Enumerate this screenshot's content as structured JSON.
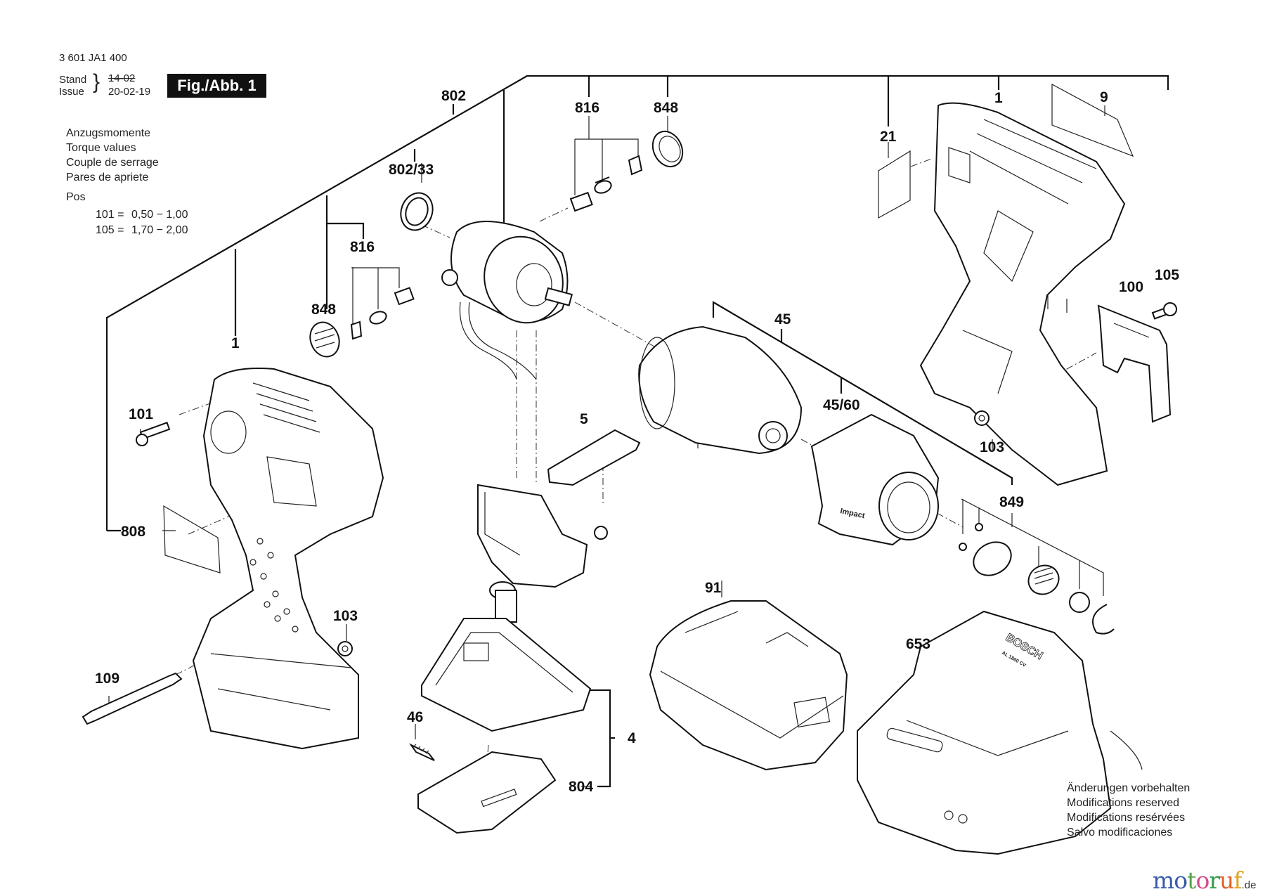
{
  "header": {
    "part_number": "3 601 JA1 400",
    "stand_label": "Stand",
    "issue_label": "Issue",
    "stand_value_struck": "14-02",
    "issue_value": "20-02-19",
    "figure_label": "Fig./Abb. 1"
  },
  "torque": {
    "titles": [
      "Anzugsmomente",
      "Torque values",
      "Couple de serrage",
      "Pares de apriete"
    ],
    "pos_label": "Pos",
    "rows": [
      {
        "pos": "101 =",
        "range": "0,50 − 1,00"
      },
      {
        "pos": "105 =",
        "range": "1,70 − 2,00"
      }
    ]
  },
  "callouts": {
    "c802": "802",
    "c802_33": "802/33",
    "c816_top": "816",
    "c848_top": "848",
    "c21": "21",
    "c1_right": "1",
    "c9": "9",
    "c816_left": "816",
    "c848_left": "848",
    "c1_left": "1",
    "c101": "101",
    "c808": "808",
    "c45": "45",
    "c45_60": "45/60",
    "c100": "100",
    "c105": "105",
    "c103_right": "103",
    "c849": "849",
    "c5": "5",
    "c91": "91",
    "c653": "653",
    "c103_left": "103",
    "c109": "109",
    "c46": "46",
    "c4": "4",
    "c804": "804"
  },
  "parts_text": {
    "nose_cap_label": "Impact",
    "charger_brand": "BOSCH",
    "charger_model": "AL 1860 CV"
  },
  "footer": {
    "notes": [
      "Änderungen vorbehalten",
      "Modifications reserved",
      "Modifications resérvées",
      "Salvo modificaciones"
    ],
    "logo_letters": [
      {
        "ch": "m",
        "color": "#3b5bab"
      },
      {
        "ch": "o",
        "color": "#3b5bab"
      },
      {
        "ch": "t",
        "color": "#5aa24a"
      },
      {
        "ch": "o",
        "color": "#d94a8c"
      },
      {
        "ch": "r",
        "color": "#2f9a4a"
      },
      {
        "ch": "u",
        "color": "#e0632a"
      },
      {
        "ch": "f",
        "color": "#e2a21c"
      }
    ],
    "logo_suffix": ".de"
  }
}
